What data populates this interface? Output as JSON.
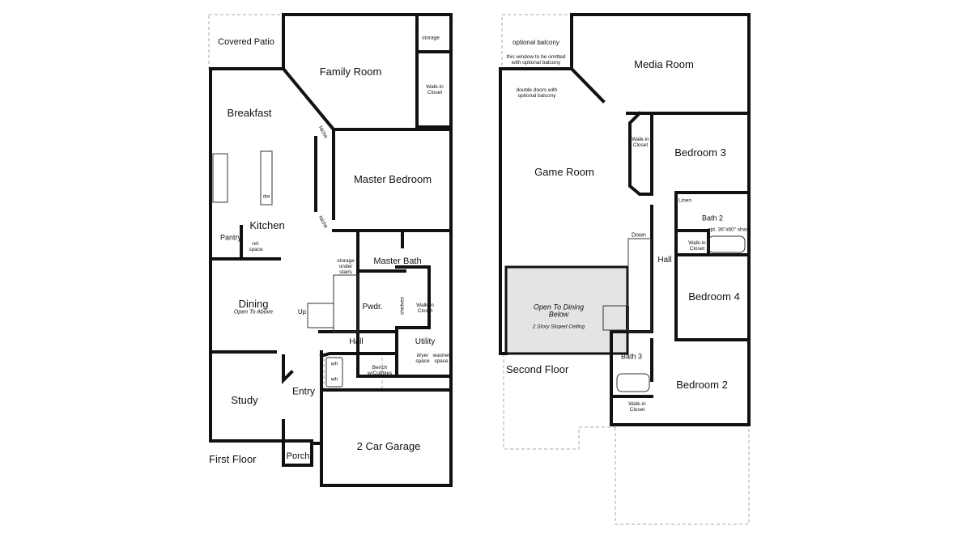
{
  "first_floor": {
    "title": "First Floor",
    "rooms": {
      "covered_patio": "Covered Patio",
      "family_room": "Family Room",
      "storage": "storage",
      "walk_in_closet_top": "Walk-in Closet",
      "breakfast": "Breakfast",
      "niche_top": "Niche",
      "niche_bottom": "Niche",
      "master_bedroom": "Master Bedroom",
      "dw": "dw",
      "kitchen": "Kitchen",
      "pantry": "Pantry",
      "ref_space": "ref. space",
      "storage_under_stairs": "storage under stairs",
      "master_bath": "Master Bath",
      "dining": "Dining",
      "dining_note": "Open To Above",
      "up": "Up",
      "pwdr": "Pwdr.",
      "shelves": "shelves",
      "walk_in_closet_bath": "Walk-In Closet",
      "hall": "Hall",
      "utility": "Utility",
      "dryer_space": "dryer space",
      "washer_space": "washer space",
      "wh1": "wh",
      "wh2": "wh",
      "bench": "Bench w/Cubbies",
      "study": "Study",
      "entry": "Entry",
      "garage": "2 Car Garage",
      "porch": "Porch"
    }
  },
  "second_floor": {
    "title": "Second Floor",
    "rooms": {
      "optional_balcony": "optional balcony",
      "window_note": "this window to be omitted with optional balcony",
      "double_doors_note": "double doors with optional balcony",
      "media_room": "Media Room",
      "game_room": "Game Room",
      "walk_in_closet_b3": "Walk-in Closet",
      "bedroom_3": "Bedroom 3",
      "linen": "Linen",
      "bath_2": "Bath 2",
      "shower_note": "opt. 36\"x60\" shwr.",
      "down": "Down",
      "walk_in_closet_hall": "Walk-in Closet",
      "hall": "Hall",
      "bedroom_4": "Bedroom 4",
      "open_to_dining": "Open To Dining Below",
      "sloped_ceiling": "2 Story Sloped Ceiling",
      "bath_3": "Bath 3",
      "bedroom_2": "Bedroom 2",
      "walk_in_closet_b2": "Walk-in Closet"
    }
  },
  "colors": {
    "wall": "#111111",
    "open_area": "#e4e4e4",
    "dashed": "#aaaaaa"
  }
}
